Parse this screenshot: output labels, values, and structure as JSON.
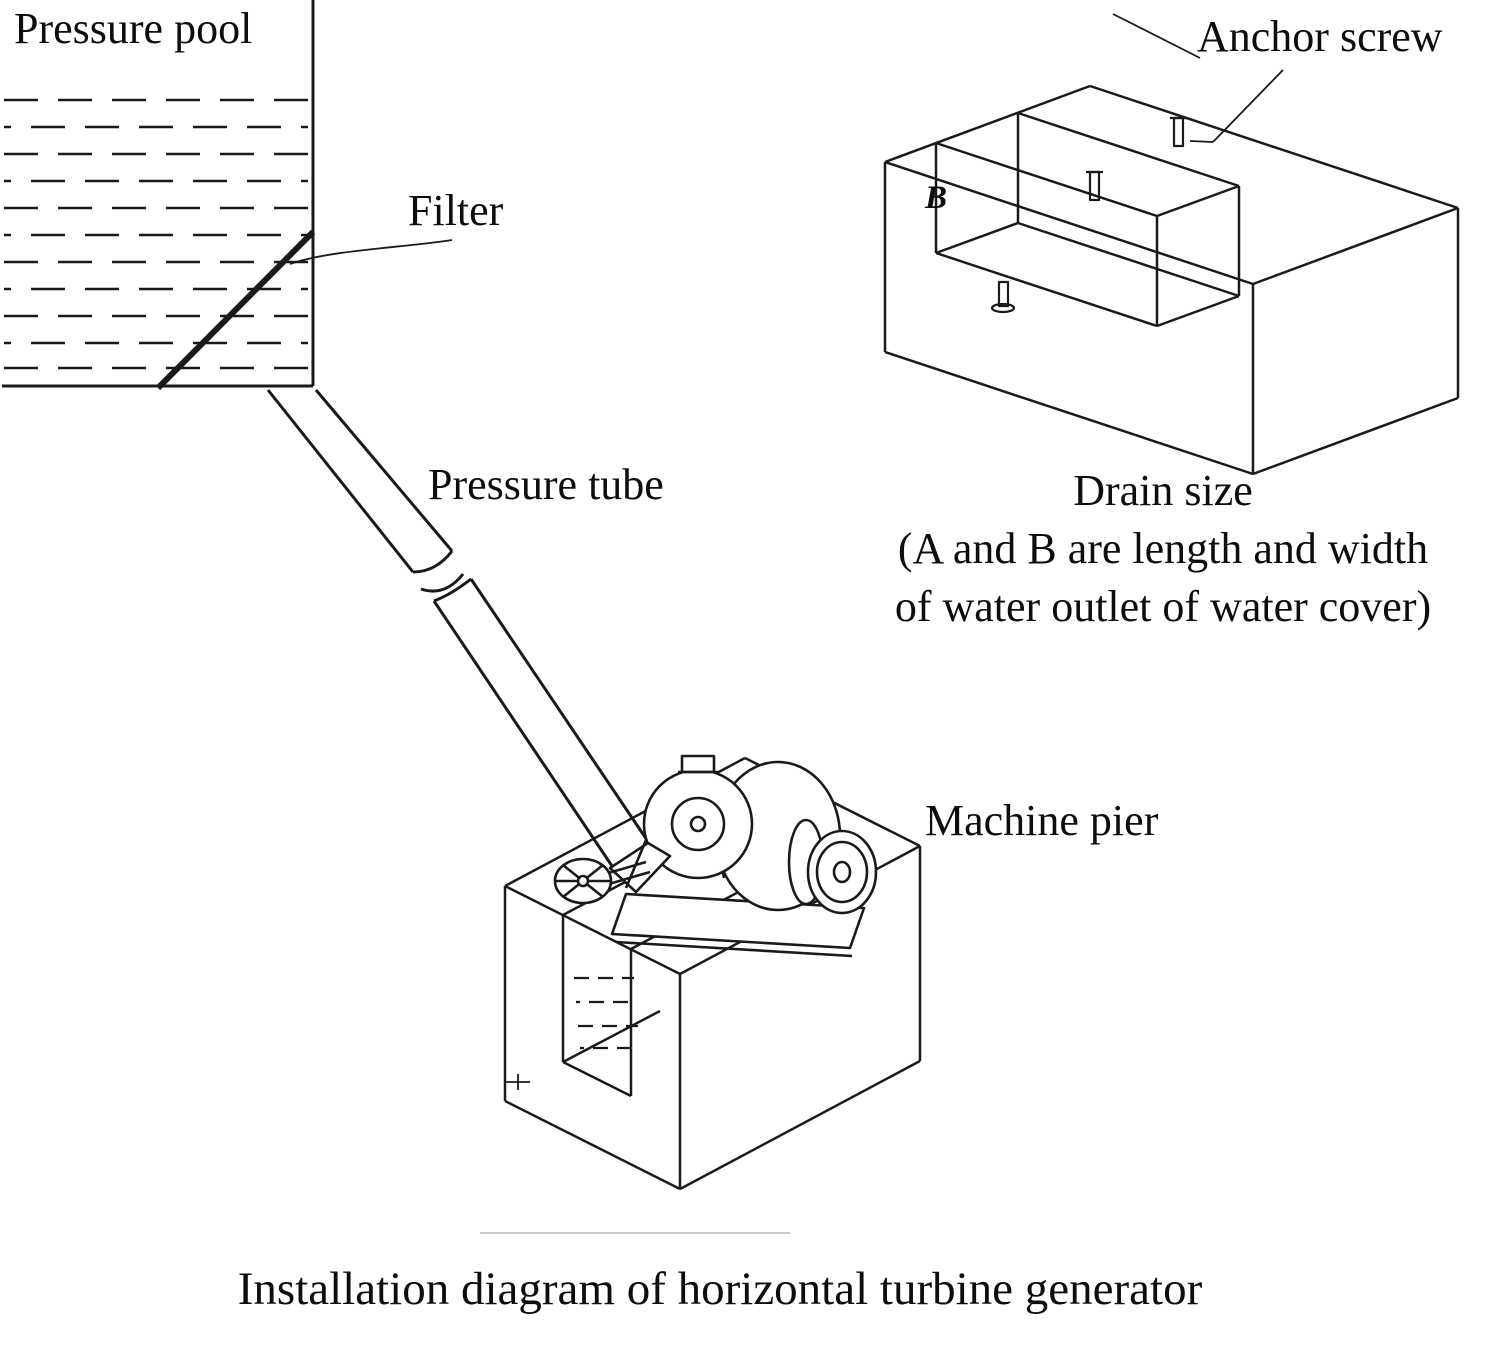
{
  "colors": {
    "background": "#ffffff",
    "line": "#1a1a1a",
    "text": "#0d0d0d"
  },
  "labels": {
    "pressure_pool": "Pressure pool",
    "filter": "Filter",
    "pressure_tube": "Pressure tube",
    "anchor_screw": "Anchor screw",
    "b_marker": "B",
    "drain_size": "Drain size",
    "drain_note_line1": "(A and B are length and width",
    "drain_note_line2": "of water outlet of water cover)",
    "machine_pier": "Machine pier",
    "caption": "Installation diagram of horizontal turbine generator"
  }
}
